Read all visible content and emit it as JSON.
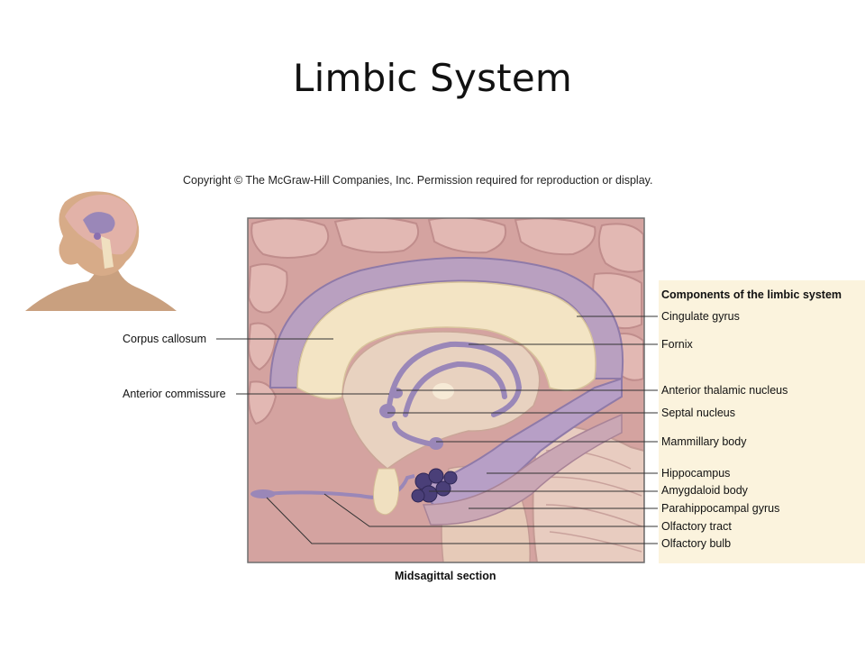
{
  "title": "Limbic System",
  "copyright": "Copyright © The McGraw-Hill Companies, Inc. Permission required for reproduction or display.",
  "legend_title": "Components of the limbic system",
  "caption": "Midsagittal section",
  "left_labels": {
    "corpus_callosum": "Corpus callosum",
    "anterior_commissure": "Anterior commissure"
  },
  "right_labels": {
    "cingulate_gyrus": "Cingulate gyrus",
    "fornix": "Fornix",
    "anterior_thalamic_nucleus": "Anterior thalamic nucleus",
    "septal_nucleus": "Septal nucleus",
    "mammillary_body": "Mammillary body",
    "hippocampus": "Hippocampus",
    "amygdaloid_body": "Amygdaloid body",
    "parahippocampal_gyrus": "Parahippocampal gyrus",
    "olfactory_tract": "Olfactory tract",
    "olfactory_bulb": "Olfactory bulb"
  },
  "colors": {
    "limbic_purple": "#9a87b8",
    "cortex_pink": "#d9aaa6",
    "corpus_cream": "#f3e4c4",
    "legend_bg": "#fbf3dd"
  }
}
